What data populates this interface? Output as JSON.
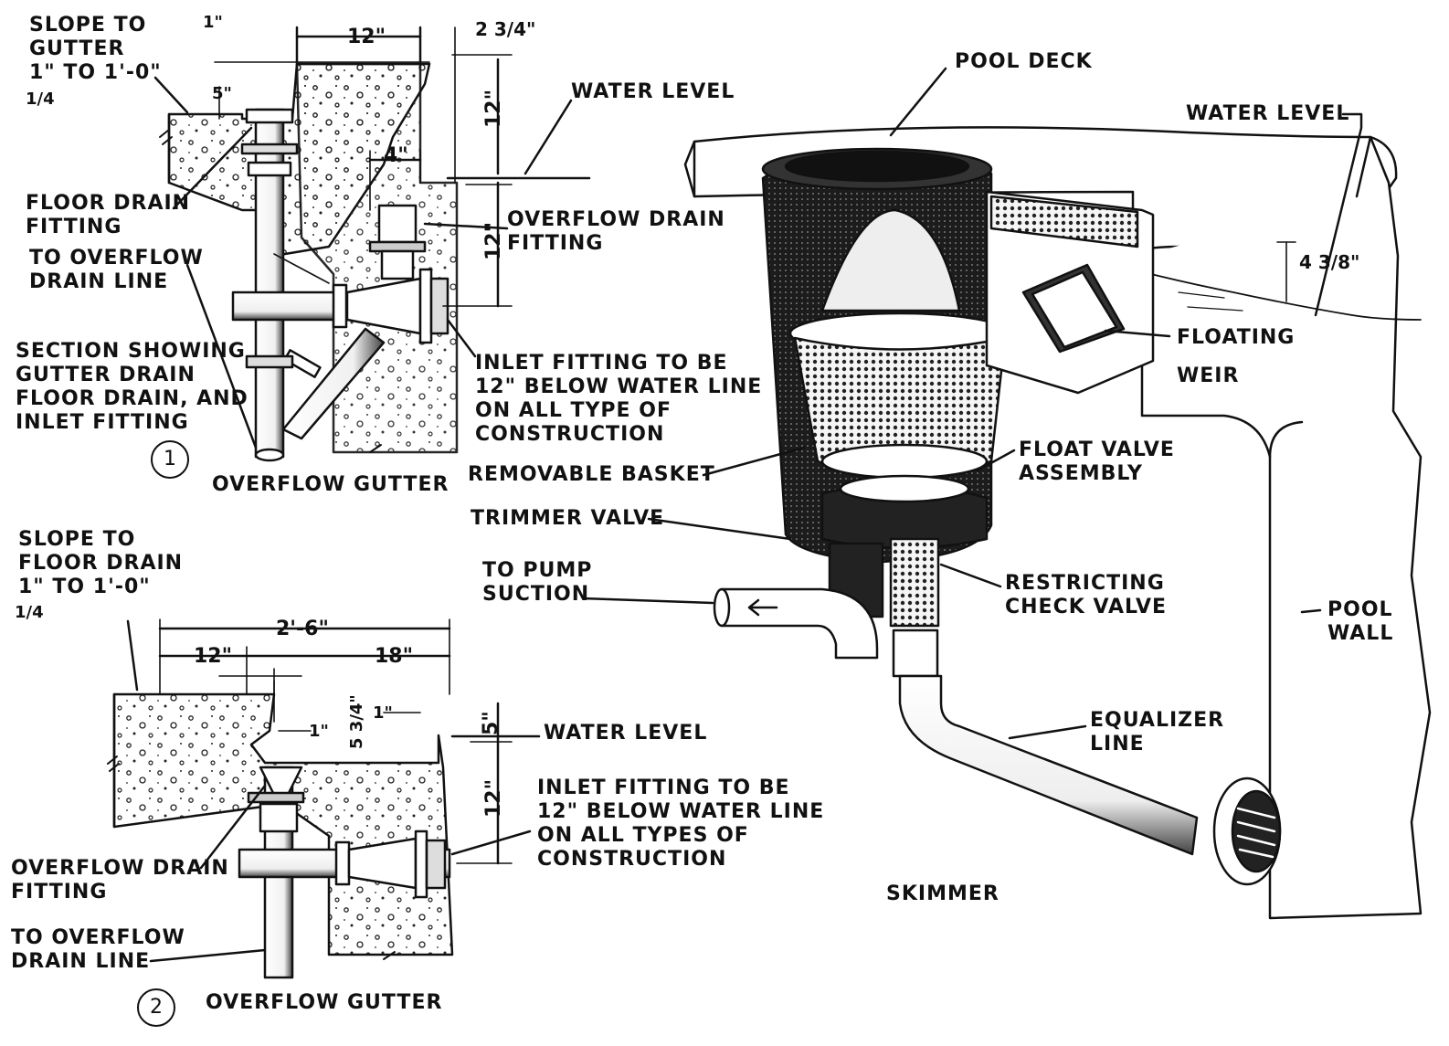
{
  "section1": {
    "slope": [
      "SLOPE TO",
      "GUTTER",
      "1\" TO 1'-0\""
    ],
    "slope_frac": "1/4",
    "floor_drain_fitting": [
      "FLOOR DRAIN",
      "FITTING"
    ],
    "to_overflow_drain_line": [
      "TO OVERFLOW",
      "DRAIN LINE"
    ],
    "section_note": [
      "SECTION SHOWING",
      "GUTTER DRAIN",
      "FLOOR DRAIN, AND",
      "INLET FITTING"
    ],
    "number": "1",
    "title": "OVERFLOW GUTTER",
    "water_level": "WATER LEVEL",
    "overflow_drain_fitting": [
      "OVERFLOW DRAIN",
      "FITTING"
    ],
    "inlet_note": [
      "INLET FITTING TO BE",
      "12\" BELOW WATER LINE",
      "ON ALL TYPE OF",
      "CONSTRUCTION"
    ],
    "dims": {
      "d_14": "1\"",
      "d_12": "12\"",
      "d_234": "2 3/4\"",
      "d_5": "5\"",
      "d_4": "4\"",
      "d_12v_a": "12\"",
      "d_12v_b": "12\""
    }
  },
  "section2": {
    "slope": [
      "SLOPE TO",
      "FLOOR DRAIN",
      "1\" TO 1'-0\""
    ],
    "slope_frac": "1/4",
    "water_level": "WATER LEVEL",
    "overflow_drain_fitting": [
      "OVERFLOW DRAIN",
      "FITTING"
    ],
    "to_overflow_drain_line": [
      "TO OVERFLOW",
      "DRAIN LINE"
    ],
    "inlet_note": [
      "INLET FITTING TO BE",
      "12\" BELOW WATER LINE",
      "ON ALL TYPES OF",
      "CONSTRUCTION"
    ],
    "number": "2",
    "title": "OVERFLOW GUTTER",
    "dims": {
      "d_26": "2'-6\"",
      "d_12": "12\"",
      "d_18": "18\"",
      "d_1": "1\"",
      "d_534": "5 3/4\"",
      "d_14": "1\"",
      "d_5": "5\"",
      "d_12v": "12\""
    }
  },
  "skimmer": {
    "pool_deck": "POOL DECK",
    "water_level": "WATER LEVEL",
    "floating_weir": [
      "FLOATING",
      "WEIR"
    ],
    "removable_basket": "REMOVABLE BASKET",
    "float_valve": [
      "FLOAT VALVE",
      "ASSEMBLY"
    ],
    "trimmer_valve": "TRIMMER VALVE",
    "to_pump_suction": [
      "TO PUMP",
      "SUCTION"
    ],
    "restricting_check": [
      "RESTRICTING",
      "CHECK VALVE"
    ],
    "pool_wall": [
      "POOL",
      "WALL"
    ],
    "equalizer_line": [
      "EQUALIZER",
      "LINE"
    ],
    "dim_438": "4 3/8\"",
    "title": "SKIMMER"
  }
}
